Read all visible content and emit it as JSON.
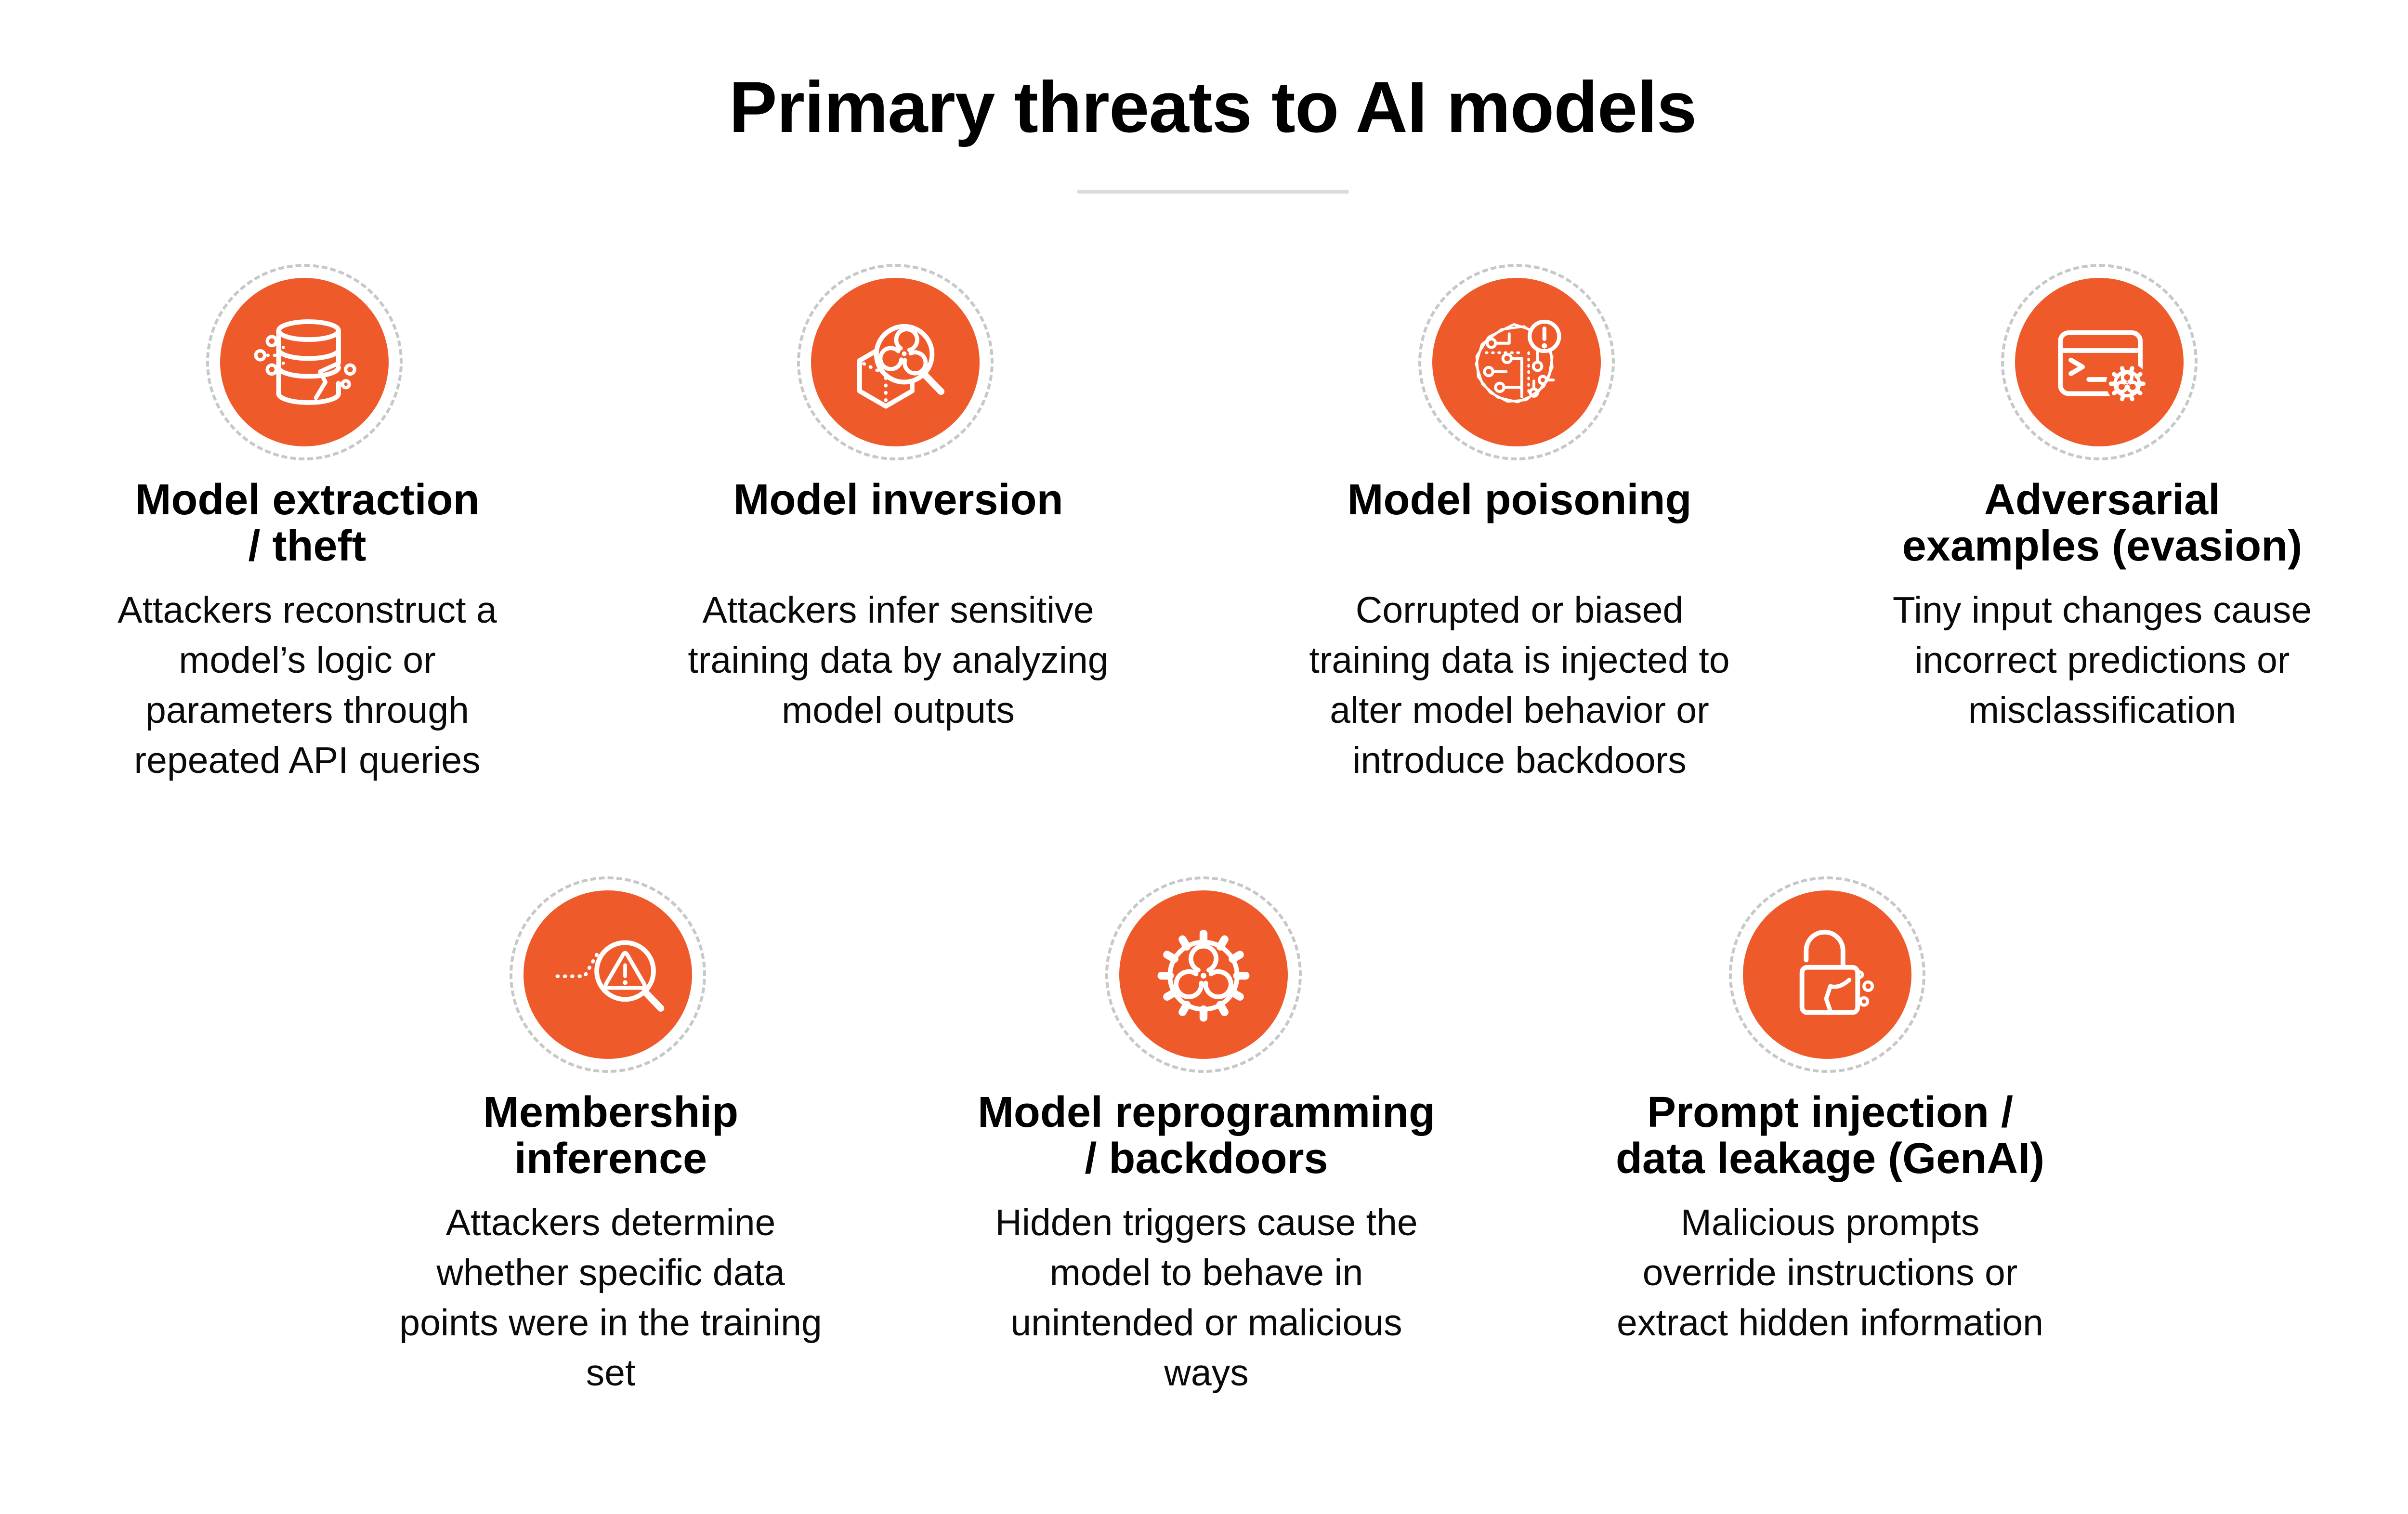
{
  "page": {
    "title": "Primary threats to AI models",
    "background_color": "#FFFFFF",
    "accent_color": "#EF5A2B",
    "ring_color": "#C8C8C8",
    "divider_color": "#DBDBDB",
    "text_color": "#0A0A0A"
  },
  "threats": [
    {
      "icon": "database-crack-icon",
      "title": "Model extraction\n/ theft",
      "description": "Attackers reconstruct a\nmodel’s logic or\nparameters through\nrepeated API queries"
    },
    {
      "icon": "hexagon-magnifier-icon",
      "title": "Model inversion",
      "description": "Attackers infer sensitive\ntraining data by analyzing\nmodel outputs"
    },
    {
      "icon": "circuit-alert-icon",
      "title": "Model poisoning",
      "description": "Corrupted or biased\ntraining data is injected to\nalter model behavior or\nintroduce backdoors"
    },
    {
      "icon": "terminal-biohazard-icon",
      "title": "Adversarial\nexamples (evasion)",
      "description": "Tiny input changes cause\nincorrect predictions or\nmisclassification"
    },
    {
      "icon": "pulse-magnifier-warning-icon",
      "title": "Membership\ninference",
      "description": "Attackers determine\nwhether specific data\npoints were in the training\nset"
    },
    {
      "icon": "gear-biohazard-icon",
      "title": "Model reprogramming\n/ backdoors",
      "description": "Hidden triggers cause the\nmodel to behave in\nunintended or malicious\nways"
    },
    {
      "icon": "open-padlock-leak-icon",
      "title": "Prompt injection /\ndata leakage (GenAI)",
      "description": "Malicious prompts\noverride instructions or\nextract hidden information"
    }
  ]
}
